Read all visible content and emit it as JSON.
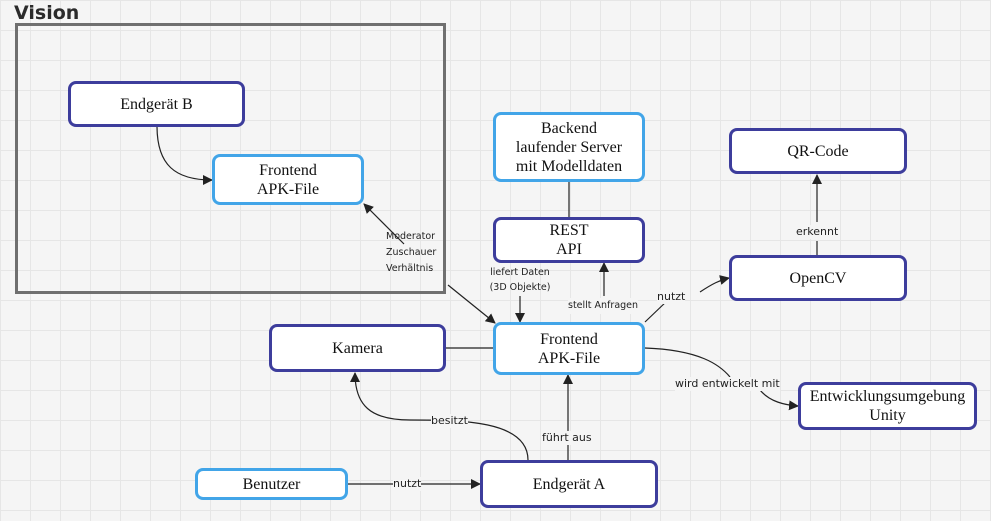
{
  "title": "Vision",
  "nodes": {
    "endgeraet_b": "Endgerät B",
    "frontend_vision": "Frontend\nAPK-File",
    "backend": "Backend\nlaufender Server\nmit Modelldaten",
    "rest_api": "REST\nAPI",
    "qr_code": "QR-Code",
    "opencv": "OpenCV",
    "kamera": "Kamera",
    "frontend_main": "Frontend\nAPK-File",
    "entwicklungsumgebung": "Entwicklungsumgebung\nUnity",
    "benutzer": "Benutzer",
    "endgeraet_a": "Endgerät A"
  },
  "edge_labels": {
    "moderator": "Moderator\nZuschauer\nVerhältnis",
    "liefert": "liefert Daten\n(3D Objekte)",
    "stellt": "stellt Anfragen",
    "nutzt_opencv": "nutzt",
    "erkennt": "erkennt",
    "wird_entwickelt": "wird entwickelt mit",
    "besitzt": "besitzt",
    "fuehrt_aus": "führt aus",
    "nutzt_benutzer": "nutzt"
  },
  "colors": {
    "node_border": "#3d3d9c",
    "node_border_highlight": "#42a5e8",
    "frame_border": "#6f6f6f",
    "edge": "#222222"
  }
}
